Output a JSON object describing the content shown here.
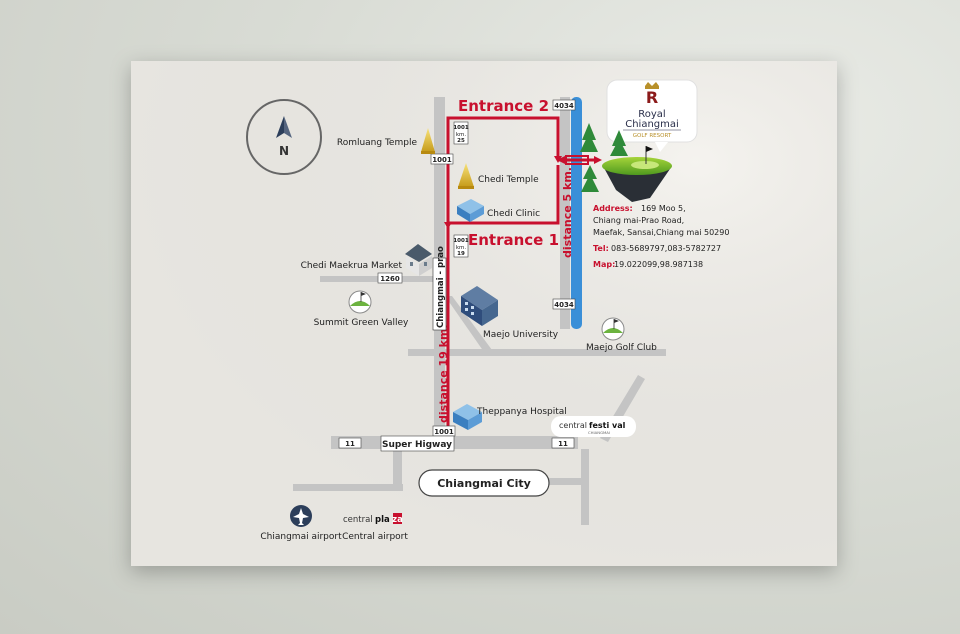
{
  "compass": {
    "letter": "N"
  },
  "entrances": {
    "entrance1": "Entrance 1",
    "entrance2": "Entrance 2"
  },
  "distances": {
    "d19": "distance 19 km.",
    "d5": "distance 5 km."
  },
  "roads": {
    "vertical_road": "Chiangmai - prao",
    "super_highway": "Super Higway",
    "city": "Chiangmai City"
  },
  "shields": {
    "s4034_top": "4034",
    "s4034_bottom": "4034",
    "s1001_top": "1001",
    "s1001_bottom": "1001",
    "s1260": "1260",
    "s11_left": "11",
    "s11_right": "11",
    "km25_a": "1001",
    "km25_b": "km.",
    "km25_c": "25",
    "km19_a": "1001",
    "km19_b": "km.",
    "km19_c": "19"
  },
  "places": {
    "romluang": "Romluang Temple",
    "chedi_temple": "Chedi Temple",
    "chedi_clinic": "Chedi Clinic",
    "maekrua": "Chedi Maekrua Market",
    "summit": "Summit Green Valley",
    "maejo_uni": "Maejo University",
    "maejo_golf": "Maejo Golf Club",
    "theppanya": "Theppanya Hospital",
    "airport": "Chiangmai airport",
    "central_airport": "Central airport"
  },
  "logos": {
    "festival_a": "central",
    "festival_b": "festi",
    "festival_c": "val",
    "festival_sub": "CHIANGMAI",
    "plaza_a": "central",
    "plaza_b": "pla",
    "plaza_c": "za"
  },
  "resort": {
    "letter": "R",
    "line1": "Royal",
    "line2": "Chiangmai",
    "line3": "GOLF RESORT"
  },
  "address": {
    "address_label": "Address:",
    "address_l1": "169 Moo 5,",
    "address_l2": "Chiang mai-Prao Road,",
    "address_l3": "Maefak, Sansai,Chiang mai 50290",
    "tel_label": "Tel:",
    "tel": "083-5689797,083-5782727",
    "map_label": "Map:",
    "map": "19.022099,98.987138"
  },
  "colors": {
    "route_red": "#c8102e",
    "road_gray": "#c4c4c4",
    "river_blue": "#3a8fd8",
    "card_bg": "#f3f1ec"
  }
}
